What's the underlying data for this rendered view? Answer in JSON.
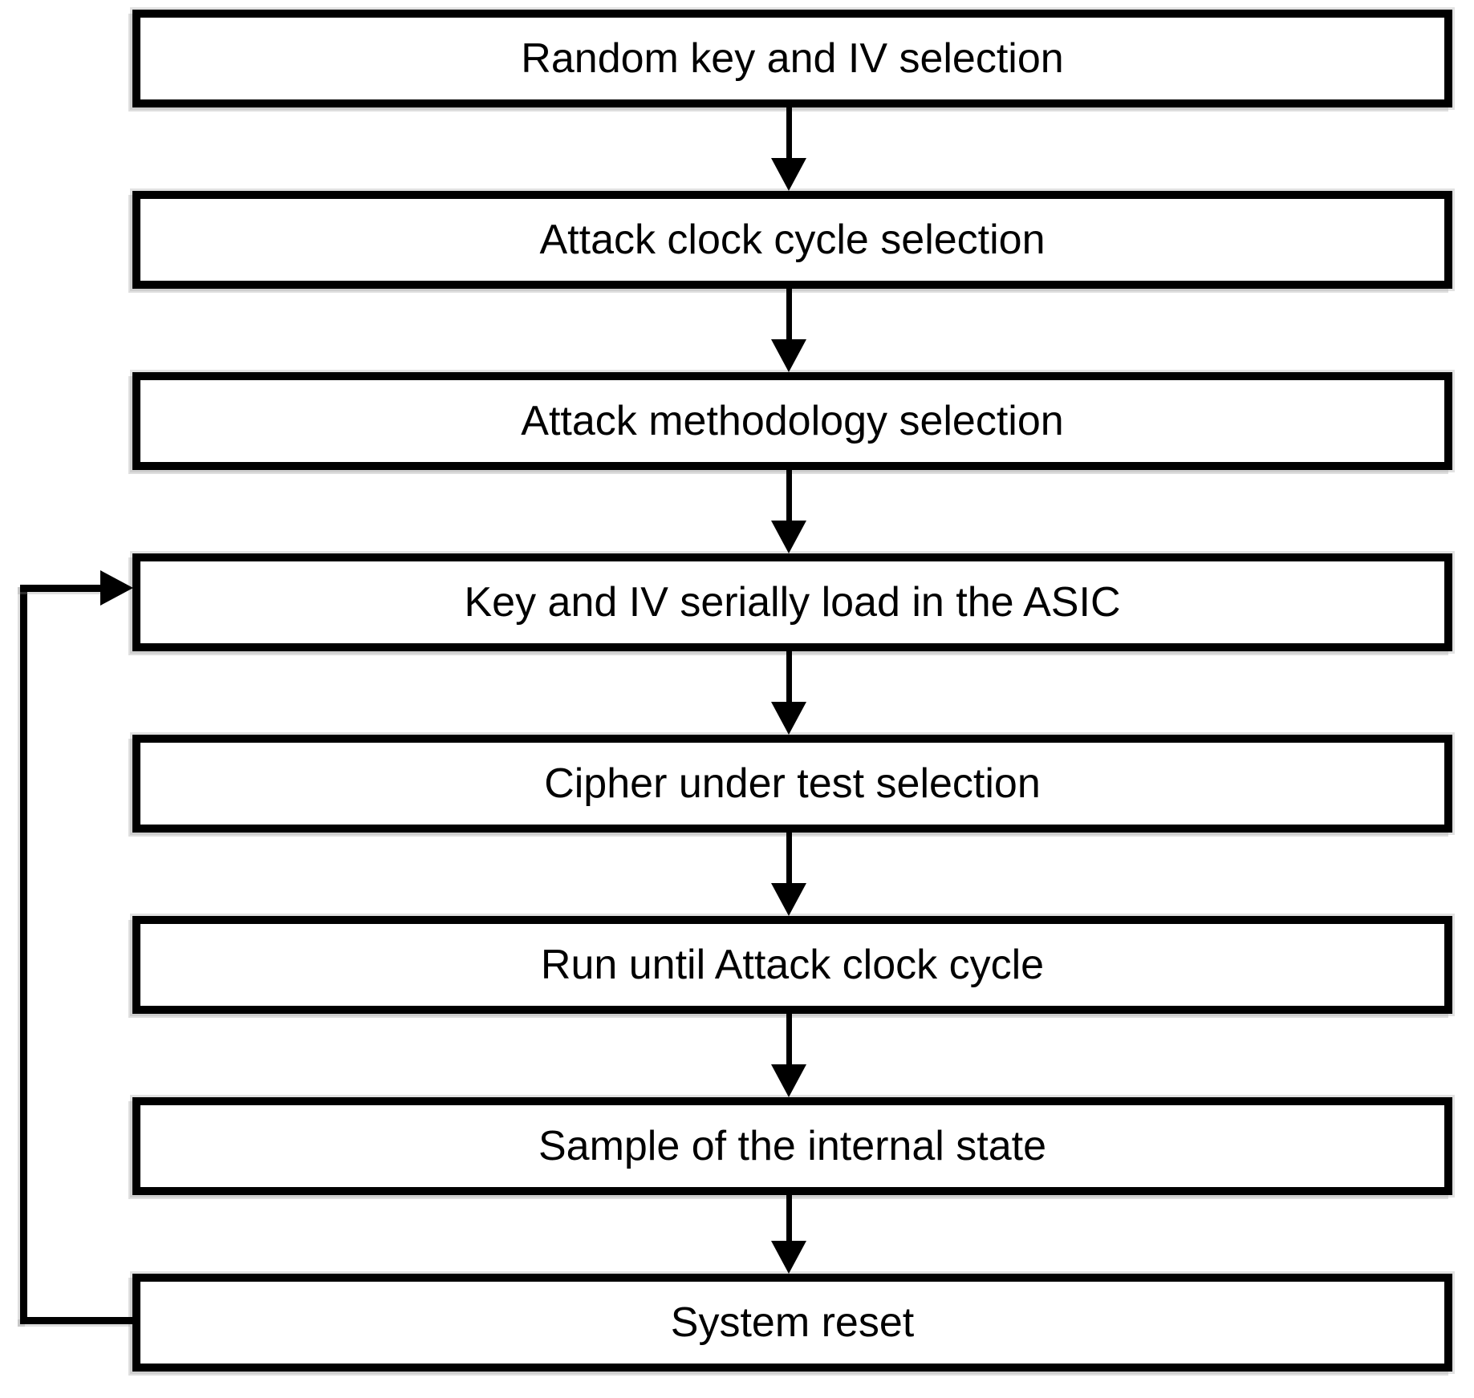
{
  "diagram": {
    "type": "flowchart",
    "direction": "top-to-bottom",
    "nodes": [
      {
        "id": "random-key-iv-selection",
        "label": "Random key and IV selection"
      },
      {
        "id": "attack-clock-cycle-selection",
        "label": "Attack clock cycle selection"
      },
      {
        "id": "attack-methodology-selection",
        "label": "Attack methodology selection"
      },
      {
        "id": "key-iv-serial-load",
        "label": "Key and IV serially load in the ASIC"
      },
      {
        "id": "cipher-under-test-selection",
        "label": "Cipher under test selection"
      },
      {
        "id": "run-until-attack-clock-cycle",
        "label": "Run until Attack clock cycle"
      },
      {
        "id": "sample-internal-state",
        "label": "Sample of the internal state"
      },
      {
        "id": "system-reset",
        "label": "System reset"
      }
    ],
    "edges": [
      {
        "from": "random-key-iv-selection",
        "to": "attack-clock-cycle-selection",
        "kind": "straight-down"
      },
      {
        "from": "attack-clock-cycle-selection",
        "to": "attack-methodology-selection",
        "kind": "straight-down"
      },
      {
        "from": "attack-methodology-selection",
        "to": "key-iv-serial-load",
        "kind": "straight-down"
      },
      {
        "from": "key-iv-serial-load",
        "to": "cipher-under-test-selection",
        "kind": "straight-down"
      },
      {
        "from": "cipher-under-test-selection",
        "to": "run-until-attack-clock-cycle",
        "kind": "straight-down"
      },
      {
        "from": "run-until-attack-clock-cycle",
        "to": "sample-internal-state",
        "kind": "straight-down"
      },
      {
        "from": "sample-internal-state",
        "to": "system-reset",
        "kind": "straight-down"
      },
      {
        "from": "system-reset",
        "to": "key-iv-serial-load",
        "kind": "feedback-loop-left"
      }
    ],
    "colors": {
      "line": "#000000",
      "node_fill": "#ffffff",
      "background": "#ffffff",
      "halo": "#b2b2b2"
    }
  }
}
